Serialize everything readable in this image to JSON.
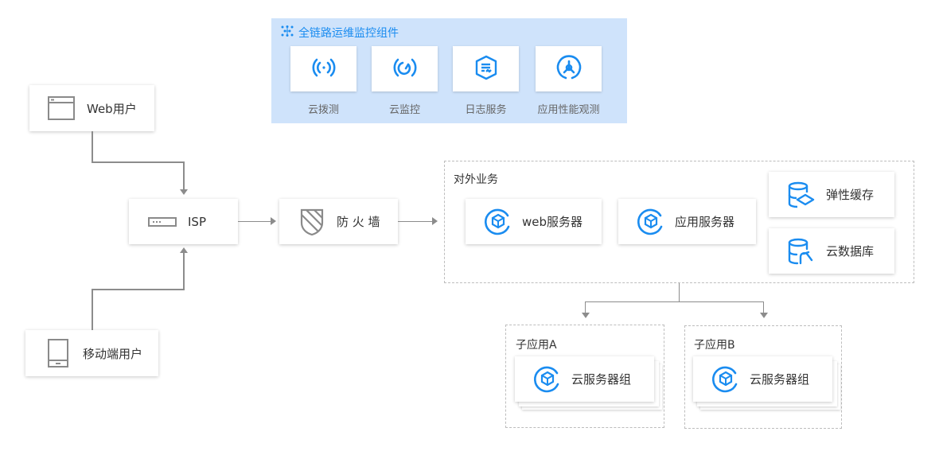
{
  "monitoring": {
    "title": "全链路运维监控组件",
    "items": [
      {
        "label": "云拨测",
        "icon": "broadcast-signal-icon"
      },
      {
        "label": "云监控",
        "icon": "monitor-gauge-icon"
      },
      {
        "label": "日志服务",
        "icon": "log-document-icon"
      },
      {
        "label": "应用性能观测",
        "icon": "apm-tri-node-icon"
      }
    ]
  },
  "users": {
    "web": {
      "label": "Web用户",
      "icon": "browser-window-icon"
    },
    "mobile": {
      "label": "移动端用户",
      "icon": "tablet-icon"
    }
  },
  "isp": {
    "label": "ISP",
    "icon": "router-icon"
  },
  "firewall": {
    "label": "防 火 墙",
    "icon": "shield-icon"
  },
  "external": {
    "title": "对外业务",
    "web_server": {
      "label": "web服务器",
      "icon": "server-cube-icon"
    },
    "app_server": {
      "label": "应用服务器",
      "icon": "server-cube-icon"
    },
    "cache": {
      "label": "弹性缓存",
      "icon": "database-cache-icon"
    },
    "database": {
      "label": "云数据库",
      "icon": "database-icon"
    }
  },
  "sub_apps": [
    {
      "title": "子应用A",
      "group_label": "云服务器组"
    },
    {
      "title": "子应用B",
      "group_label": "云服务器组"
    }
  ],
  "colors": {
    "accent": "#1a8cf0",
    "panel": "#cfe3fb",
    "line": "#8c8c8c",
    "icon_gray": "#8a8a8a"
  }
}
